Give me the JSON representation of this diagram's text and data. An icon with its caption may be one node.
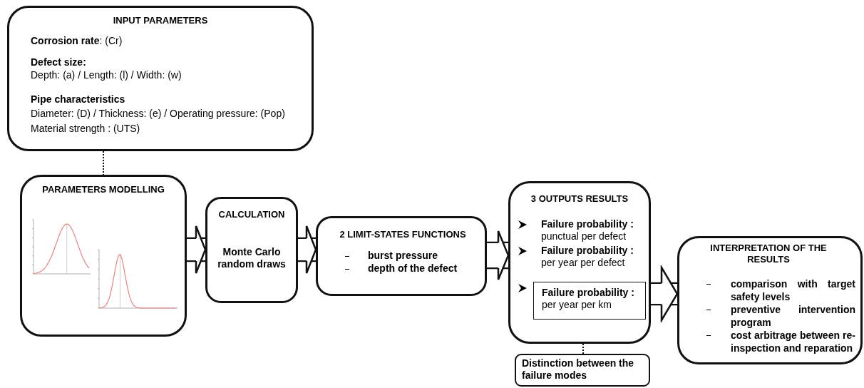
{
  "diagram": {
    "nodes": [
      {
        "text": [
          "INPUT PARAMETERS",
          "**Corrosion rate**: (Cr)",
          "Defect size:",
          "Depth: (a) / Length: (l) / Width: (w)",
          "Pipe characteristics",
          "Diameter: (D) / Thickness: (e) / Operating pressure: (Pop)",
          "Material strength : (UTS)"
        ]
      },
      {
        "text": [
          "PARAMETERS MODELLING"
        ]
      },
      {
        "text": [
          "CALCULATION",
          "Monte Carlo random draws"
        ]
      },
      {
        "text": [
          "2 LIMIT-STATES FUNCTIONS",
          "burst pressure",
          "depth of the defect"
        ]
      },
      {
        "text": [
          "3 OUTPUTS RESULTS",
          "**Failure probability :** punctual per defect",
          "**Failure probability :** per year per defect"
        ]
      },
      {
        "text": [
          "**Failure probability :** per year per km"
        ],
        "in": 4
      },
      {
        "text": [
          "Distinction between the failure modes"
        ]
      },
      {
        "text": [
          "INTERPRETATION OF THE RESULTS",
          "comparison with target safety levels",
          "preventive intervention program",
          "cost arbitrage between re-inspection and reparation"
        ]
      }
    ],
    "edges": [
      {
        "from": 0,
        "to": 1,
        "arrow": "none",
        "style": "dashed"
      },
      {
        "from": 1,
        "to": 2,
        "arrow": "to",
        "style": "thick"
      },
      {
        "from": 2,
        "to": 3,
        "arrow": "to",
        "style": "thick"
      },
      {
        "from": 3,
        "to": 4,
        "arrow": "to",
        "style": "thick"
      },
      {
        "from": 4,
        "to": 7,
        "arrow": "to",
        "style": "thick"
      },
      {
        "from": 4,
        "to": 6,
        "arrow": "none",
        "style": "dashed"
      }
    ]
  }
}
